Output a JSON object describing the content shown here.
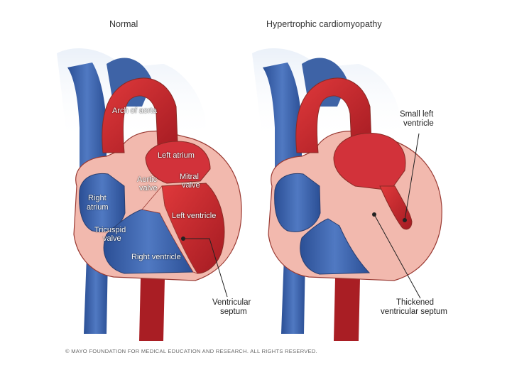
{
  "titles": {
    "normal": "Normal",
    "hcm": "Hypertrophic cardiomyopathy"
  },
  "normal_labels": {
    "arch_of_aorta": "Arch of aorta",
    "left_atrium": "Left atrium",
    "aortic_valve_1": "Aortic",
    "aortic_valve_2": "valve",
    "mitral_valve_1": "Mitral",
    "mitral_valve_2": "valve",
    "right_atrium_1": "Right",
    "right_atrium_2": "atrium",
    "left_ventricle": "Left ventricle",
    "tricuspid_valve_1": "Tricuspid",
    "tricuspid_valve_2": "valve",
    "right_ventricle": "Right ventricle",
    "ventricular_septum_1": "Ventricular",
    "ventricular_septum_2": "septum"
  },
  "hcm_labels": {
    "small_left_ventricle_1": "Small left",
    "small_left_ventricle_2": "ventricle",
    "thickened_septum_1": "Thickened",
    "thickened_septum_2": "ventricular septum"
  },
  "copyright": "© MAYO FOUNDATION FOR MEDICAL EDUCATION AND RESEARCH. ALL RIGHTS RESERVED.",
  "colors": {
    "blood_red": "#c8262c",
    "vessel_blue": "#3d63a8",
    "myocardium": "#f2b9ae",
    "outline": "#8a2a25"
  }
}
